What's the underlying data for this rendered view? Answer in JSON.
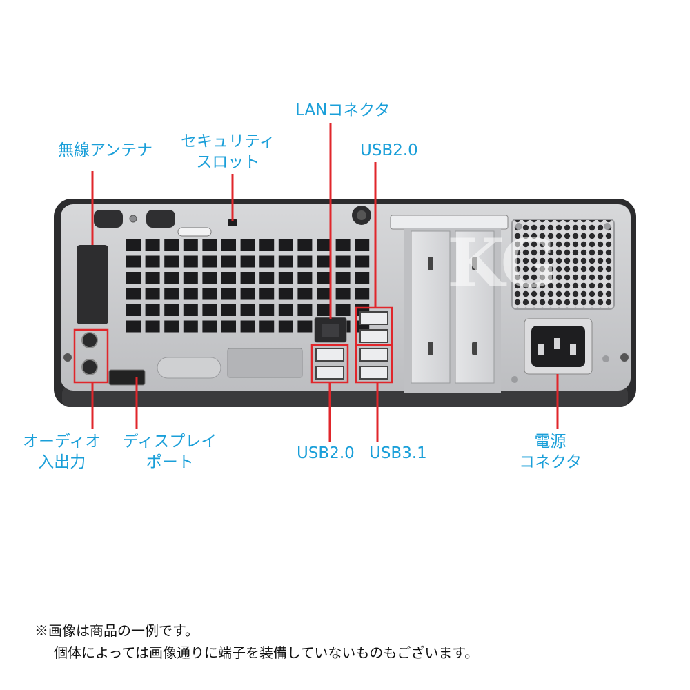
{
  "callouts": {
    "wireless_antenna": "無線アンテナ",
    "security_slot": [
      "セキュリティ",
      "スロット"
    ],
    "lan_connector": "LANコネクタ",
    "usb20_top": "USB2.0",
    "audio_io": [
      "オーディオ",
      "入出力"
    ],
    "display_port": [
      "ディスプレイ",
      "ポート"
    ],
    "usb20_bottom": "USB2.0",
    "usb31": "USB3.1",
    "power_connector": [
      "電源",
      "コネクタ"
    ]
  },
  "watermark": "KG",
  "notes": {
    "line1": "※画像は商品の一例です。",
    "line2": "個体によっては画像通りに端子を装備していないものもございます。"
  },
  "colors": {
    "callout_text": "#1a9fd9",
    "callout_line": "#e0262b",
    "chassis_frame": "#2c2c2e",
    "panel": "#c9cacc",
    "vent_hole": "#1b1b1d"
  }
}
